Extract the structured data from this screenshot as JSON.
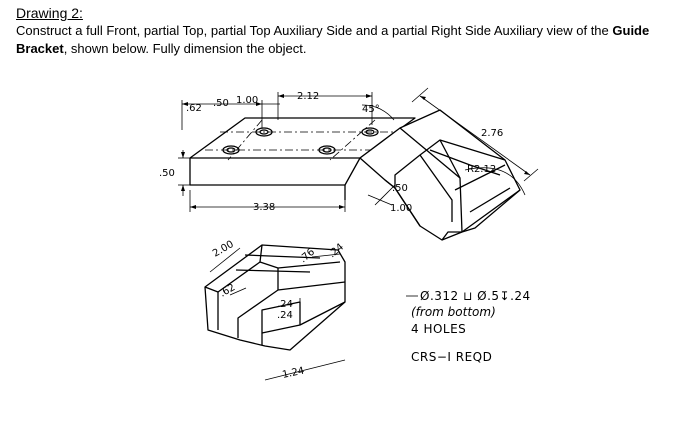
{
  "header": {
    "title": "Drawing 2:",
    "instruction_pre": "Construct a full Front, partial Top, partial Top Auxiliary Side and a partial Right Side Auxiliary view of the ",
    "instruction_bold": "Guide Bracket",
    "instruction_post": ", shown below.  Fully dimension the object."
  },
  "dimensions": {
    "d_62": ".62",
    "d_50a": ".50",
    "d_100": "1.00",
    "d_212": "2.12",
    "d_45": "45°",
    "d_276": "2.76",
    "d_r212": "R2.12",
    "d_50b": ".50",
    "d_50c": ".50",
    "d_100b": "1.00",
    "d_338": "3.38",
    "d_200": "2.00",
    "d_76": ".76",
    "d_24a": ".24",
    "d_62b": ".62",
    "d_24b": ".24",
    "d_24c": ".24",
    "d_124": "1.24"
  },
  "notes": {
    "hole_spec": "Ø.312 ⊔ Ø.5↧.24",
    "from_bottom": "(from bottom)",
    "holes": "4 HOLES",
    "crs": "CRS−I REQD"
  }
}
